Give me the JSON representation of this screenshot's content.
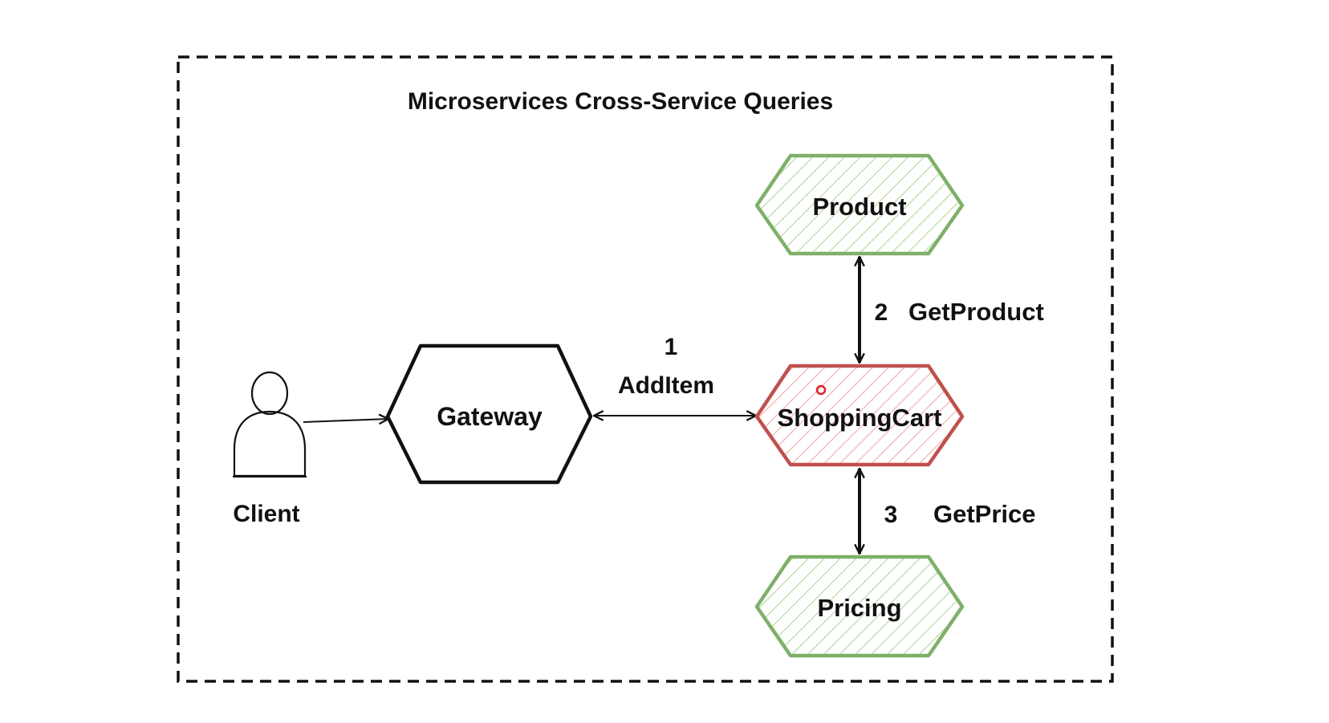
{
  "title": "Microservices Cross-Service Queries",
  "actors": {
    "client": {
      "label": "Client"
    }
  },
  "nodes": {
    "gateway": {
      "label": "Gateway",
      "stroke": "#111111"
    },
    "product": {
      "label": "Product",
      "stroke": "#7fb069",
      "hatch": "#9ccc86"
    },
    "shopping_cart": {
      "label": "ShoppingCart",
      "stroke": "#c0504d",
      "hatch": "#e39b99"
    },
    "pricing": {
      "label": "Pricing",
      "stroke": "#7fb069",
      "hatch": "#9ccc86"
    }
  },
  "edges": {
    "add_item": {
      "step": "1",
      "label": "AddItem"
    },
    "get_product": {
      "step": "2",
      "label": "GetProduct"
    },
    "get_price": {
      "step": "3",
      "label": "GetPrice"
    }
  },
  "colors": {
    "ink": "#111111",
    "cursor": "#e0202a"
  }
}
